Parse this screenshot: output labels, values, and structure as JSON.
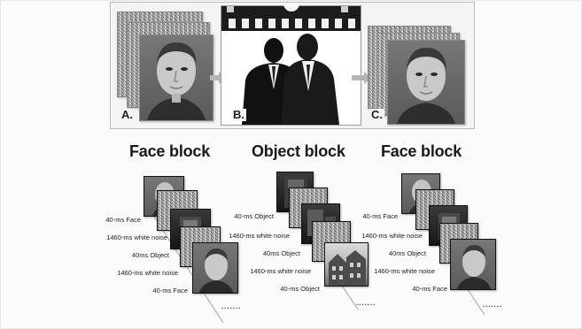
{
  "top_panel": {
    "labels": [
      "A.",
      "B.",
      "C."
    ]
  },
  "blocks": [
    {
      "title": "Face block",
      "sequence": [
        {
          "label": "40-ms Face",
          "image": "face"
        },
        {
          "label": "1460-ms white noise",
          "image": "noise"
        },
        {
          "label": "40ms Object",
          "image": "object"
        },
        {
          "label": "1460-ms white noise",
          "image": "noise"
        },
        {
          "label": "40-ms Face",
          "image": "face"
        }
      ],
      "continuation": "·······"
    },
    {
      "title": "Object block",
      "sequence": [
        {
          "label": "40-ms Object",
          "image": "object"
        },
        {
          "label": "1460-ms white noise",
          "image": "noise"
        },
        {
          "label": "40ms Object",
          "image": "object"
        },
        {
          "label": "1460-ms white noise",
          "image": "noise"
        },
        {
          "label": "40-ms Object",
          "image": "building"
        }
      ],
      "continuation": "·······"
    },
    {
      "title": "Face block",
      "sequence": [
        {
          "label": "40-ms Face",
          "image": "face"
        },
        {
          "label": "1460-ms white noise",
          "image": "noise"
        },
        {
          "label": "40ms Object",
          "image": "object"
        },
        {
          "label": "1460-ms white noise",
          "image": "noise"
        },
        {
          "label": "40-ms Face",
          "image": "face"
        }
      ],
      "continuation": "·······"
    }
  ]
}
